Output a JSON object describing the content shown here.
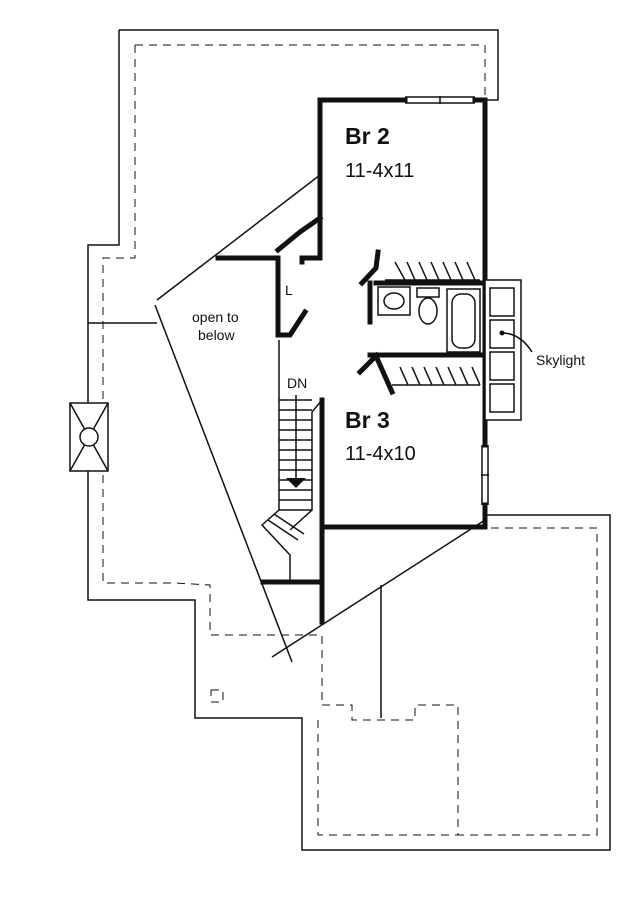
{
  "plan": {
    "rooms": [
      {
        "name": "Br 2",
        "dimensions": "11-4x11"
      },
      {
        "name": "Br 3",
        "dimensions": "11-4x10"
      }
    ],
    "labels": {
      "open_to": "open to",
      "below": "below",
      "linen": "L",
      "stairs_down": "DN",
      "skylight": "Skylight"
    }
  }
}
